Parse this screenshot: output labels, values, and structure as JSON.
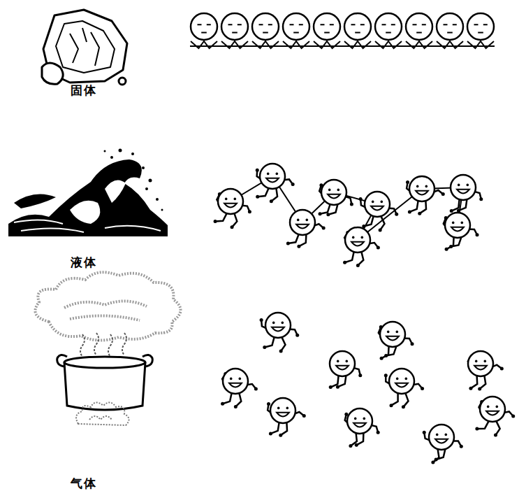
{
  "diagram": {
    "labels": [
      "固体",
      "液体",
      "气体"
    ]
  }
}
